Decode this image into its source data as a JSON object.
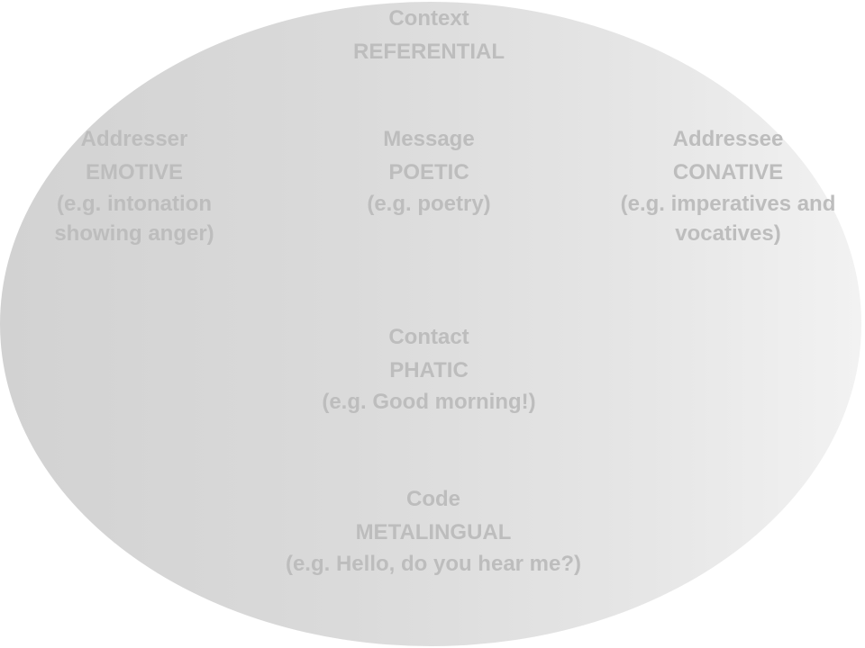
{
  "context": {
    "label": "Context",
    "function": "REFERENTIAL"
  },
  "addresser": {
    "label": "Addresser",
    "function": "EMOTIVE",
    "example_line1": "(e.g. intonation",
    "example_line2": "showing anger)"
  },
  "message": {
    "label": "Message",
    "function": "POETIC",
    "example_line1": "(e.g. poetry)"
  },
  "addressee": {
    "label": "Addressee",
    "function": "CONATIVE",
    "example_line1": "(e.g. imperatives and",
    "example_line2": "vocatives)"
  },
  "contact": {
    "label": "Contact",
    "function": "PHATIC",
    "example_line1": "(e.g. Good morning!)"
  },
  "code": {
    "label": "Code",
    "function": "METALINGUAL",
    "example_line1": "(e.g. Hello, do you hear me?)"
  },
  "colors": {
    "text": "#bdbdbd",
    "ellipse_left": "#d2d2d2",
    "ellipse_right": "#f2f2f2",
    "background": "#ffffff"
  }
}
